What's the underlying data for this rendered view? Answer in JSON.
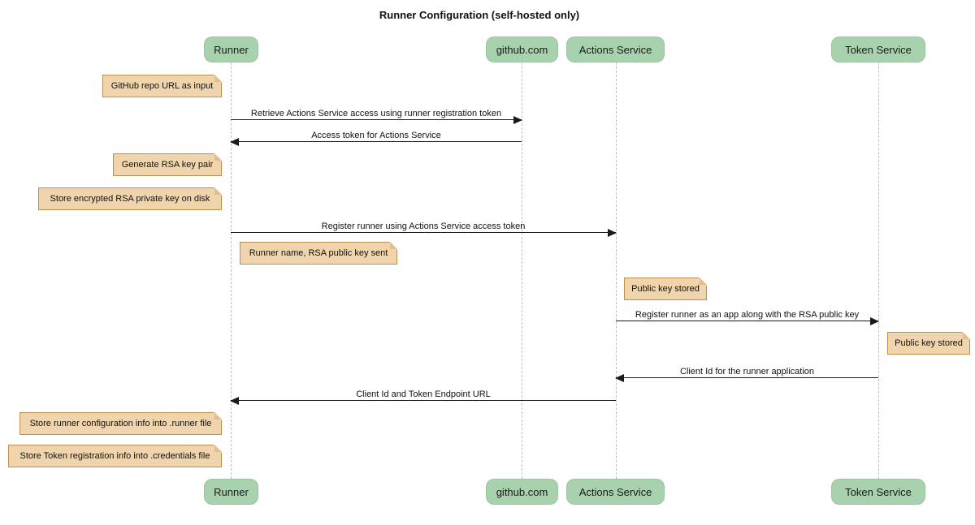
{
  "title": "Runner Configuration (self-hosted only)",
  "participants": [
    {
      "label": "Runner"
    },
    {
      "label": "github.com"
    },
    {
      "label": "Actions Service"
    },
    {
      "label": "Token Service"
    }
  ],
  "messages": [
    {
      "from": "Runner",
      "to": "github.com",
      "label": "Retrieve Actions Service access using runner registration token"
    },
    {
      "from": "github.com",
      "to": "Runner",
      "label": "Access token for Actions Service"
    },
    {
      "from": "Runner",
      "to": "Actions Service",
      "label": "Register runner using Actions Service access token"
    },
    {
      "from": "Actions Service",
      "to": "Token Service",
      "label": "Register runner as an app along with the RSA public key"
    },
    {
      "from": "Token Service",
      "to": "Actions Service",
      "label": "Client Id for the runner application"
    },
    {
      "from": "Actions Service",
      "to": "Runner",
      "label": "Client Id and Token Endpoint URL"
    }
  ],
  "notes": [
    {
      "anchor": "left of Runner",
      "label": "GitHub repo URL as input"
    },
    {
      "anchor": "left of Runner",
      "label": "Generate RSA key pair"
    },
    {
      "anchor": "left of Runner",
      "label": "Store encrypted RSA private key on disk"
    },
    {
      "anchor": "right of Runner",
      "label": "Runner name, RSA public key sent"
    },
    {
      "anchor": "right of Actions Service",
      "label": "Public key stored"
    },
    {
      "anchor": "right of Token Service",
      "label": "Public key stored"
    },
    {
      "anchor": "left of Runner",
      "label": "Store runner configuration info into .runner file"
    },
    {
      "anchor": "left of Runner",
      "label": "Store Token registration info into .credentials file"
    }
  ],
  "colors": {
    "participant_fill": "#A8D1AD",
    "note_fill": "#F0D5AC",
    "note_border": "#BE8E52",
    "lifeline": "#C3C3C3",
    "arrow": "#1A1A1A",
    "background": "#FFFFFF"
  }
}
